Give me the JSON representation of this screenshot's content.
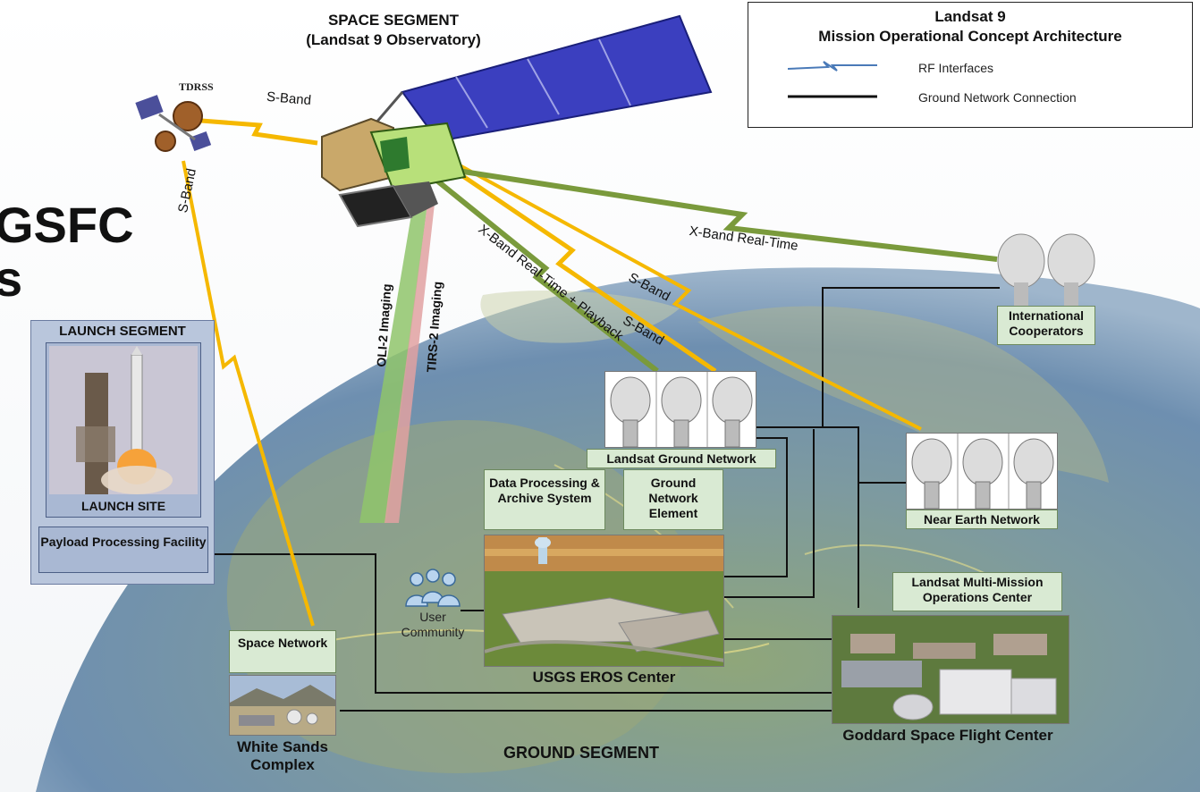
{
  "space_segment": {
    "title": "SPACE SEGMENT",
    "subtitle": "(Landsat 9 Observatory)"
  },
  "legend": {
    "title_line1": "Landsat 9",
    "title_line2": "Mission Operational Concept Architecture",
    "items": [
      {
        "label": "RF Interfaces",
        "style": "rf-zigzag"
      },
      {
        "label": "Ground Network Connection",
        "style": "solid-black"
      }
    ]
  },
  "partial_text": {
    "line1": "GSFC",
    "line2": "s"
  },
  "tdrss_label": "TDRSS",
  "links": {
    "tdrss_to_sat": "S-Band",
    "tdrss_to_ground": "S-Band",
    "olii": "OLI-2 Imaging",
    "tirs": "TIRS-2 Imaging",
    "xband_rt_playback": "X-Band Real-Time + Playback",
    "sband_lgn": "S-Band",
    "sband_nen": "S-Band",
    "xband_rt": "X-Band Real-Time"
  },
  "launch_segment": {
    "title": "LAUNCH SEGMENT",
    "site_label": "LAUNCH SITE",
    "facility_label": "Payload Processing Facility"
  },
  "nodes": {
    "international": "International Cooperators",
    "lgn": "Landsat Ground Network",
    "nen": "Near Earth Network",
    "dpas": "Data Processing & Archive System",
    "gne": "Ground Network Element",
    "lmoc": "Landsat Multi-Mission Operations Center",
    "space_network": "Space Network",
    "user_community": "User Community"
  },
  "captions": {
    "eros": "USGS EROS Center",
    "goddard": "Goddard Space Flight Center",
    "white_sands": "White Sands Complex",
    "ground_segment": "GROUND SEGMENT"
  },
  "colors": {
    "rf_sband": "#f5b800",
    "rf_xband": "#7a9a3c",
    "solar_panel": "#3b3fbf",
    "label_fill": "#d9ead3",
    "launch_panel": "#b9c6dc"
  }
}
